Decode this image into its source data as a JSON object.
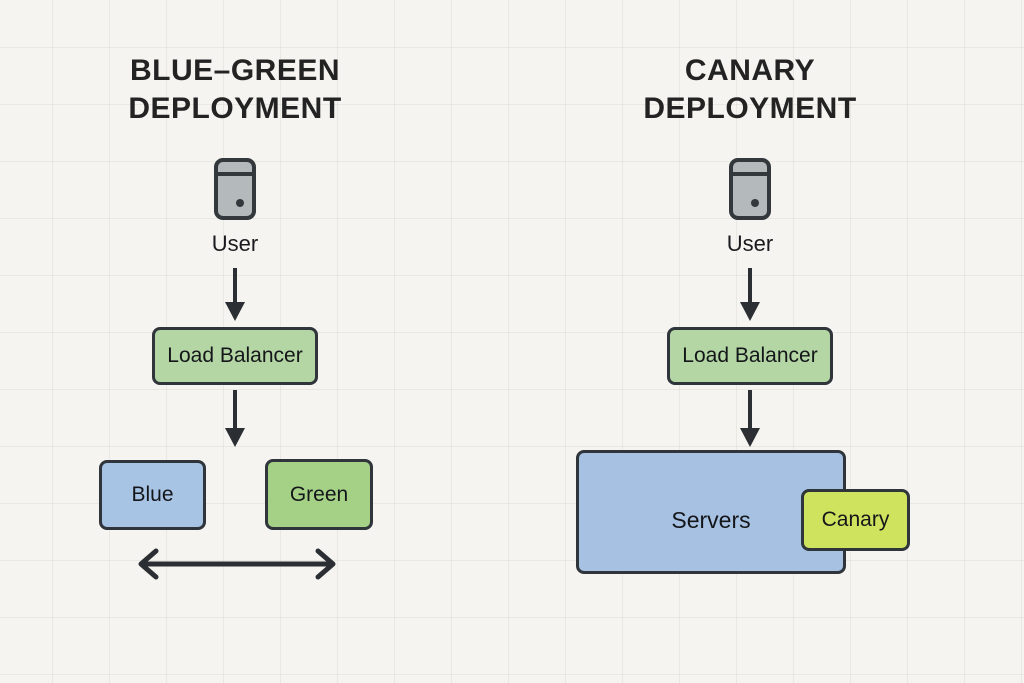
{
  "diagram": {
    "background_color": "#f5f4f0",
    "grid": "on",
    "panels": [
      {
        "id": "blue-green",
        "title": "BLUE–GREEN\nDEPLOYMENT",
        "nodes": [
          {
            "id": "user",
            "label": "User",
            "icon": "device-icon",
            "color": "#b4b9bc"
          },
          {
            "id": "load-balancer",
            "label": "Load Balancer",
            "color": "#b3d6a4"
          },
          {
            "id": "blue",
            "label": "Blue",
            "color": "#a8c4e5"
          },
          {
            "id": "green",
            "label": "Green",
            "color": "#a5d187"
          }
        ],
        "connectors": [
          {
            "id": "user-to-lb",
            "type": "arrow-down"
          },
          {
            "id": "lb-to-envs",
            "type": "arrow-down"
          },
          {
            "id": "blue-green-swap",
            "type": "double-arrow-horizontal"
          }
        ]
      },
      {
        "id": "canary",
        "title": "CANARY\nDEPLOYMENT",
        "nodes": [
          {
            "id": "user",
            "label": "User",
            "icon": "device-icon",
            "color": "#b4b9bc"
          },
          {
            "id": "load-balancer",
            "label": "Load Balancer",
            "color": "#b3d6a4"
          },
          {
            "id": "servers",
            "label": "Servers",
            "color": "#a6c1e1"
          },
          {
            "id": "canary",
            "label": "Canary",
            "color": "#cfe35e"
          }
        ],
        "connectors": [
          {
            "id": "user-to-lb",
            "type": "arrow-down"
          },
          {
            "id": "lb-to-servers",
            "type": "arrow-down"
          }
        ]
      }
    ]
  }
}
